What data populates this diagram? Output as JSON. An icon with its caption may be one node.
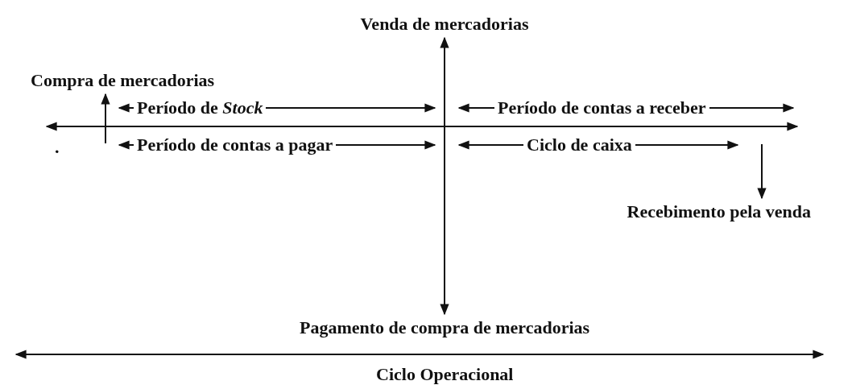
{
  "diagram": {
    "nodes": [
      {
        "text": [
          "Venda de mercadorias"
        ]
      },
      {
        "text": [
          "Compra de mercadorias"
        ]
      },
      {
        "text": [
          "Recebimento pela venda"
        ]
      },
      {
        "text": [
          "Pagamento de compra de mercadorias"
        ]
      }
    ],
    "edges": [
      {
        "from": 0,
        "to": 3,
        "arrow": "both"
      },
      {
        "from": null,
        "to": 1,
        "arrow": "to"
      },
      {
        "from": null,
        "to": 2,
        "arrow": "to"
      }
    ],
    "labels": [
      "Período de *Stock*",
      "Período de contas a receber",
      ".",
      "Período de contas a pagar",
      "Ciclo de caixa",
      "Ciclo Operacional"
    ]
  }
}
